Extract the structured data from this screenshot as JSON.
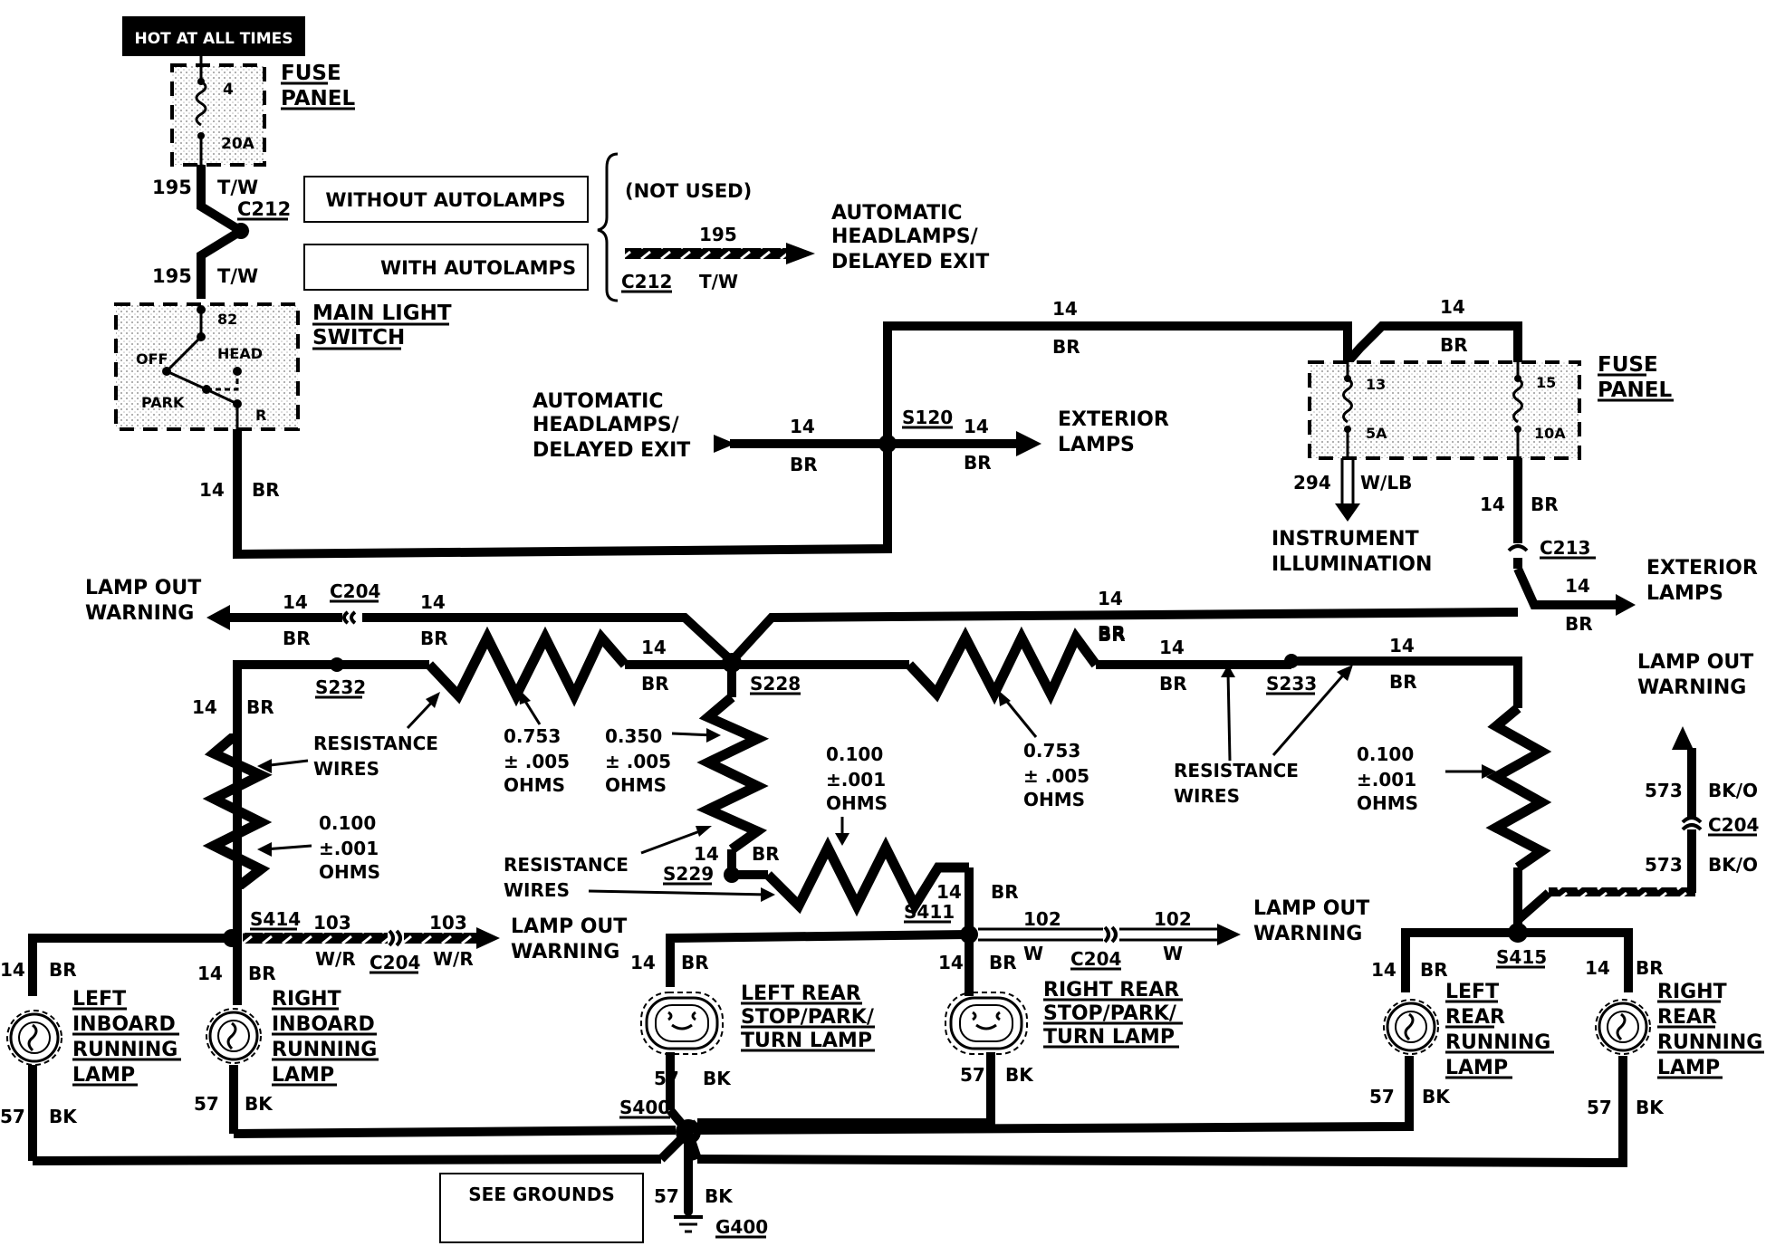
{
  "header_tag": "HOT AT ALL TIMES",
  "boxes": {
    "without_autolamps": "WITHOUT AUTOLAMPS",
    "with_autolamps": "WITH AUTOLAMPS",
    "see_grounds": "SEE GROUNDS"
  },
  "fuse_panel_top": {
    "l1": "FUSE",
    "l2": "PANEL",
    "fuse_no": "4",
    "amps": "20A"
  },
  "fuse_panel_right": {
    "l1": "FUSE",
    "l2": "PANEL",
    "fuse_a": "13",
    "amp_a": "5A",
    "fuse_b": "15",
    "amp_b": "10A"
  },
  "main_switch": {
    "l1": "MAIN LIGHT",
    "l2": "SWITCH",
    "term": "82",
    "off": "OFF",
    "head": "HEAD",
    "park": "PARK",
    "r": "R"
  },
  "not_used": "(NOT USED)",
  "auto_top": {
    "l1": "AUTOMATIC",
    "l2": "HEADLAMPS/",
    "l3": "DELAYED EXIT"
  },
  "auto_mid": {
    "l1": "AUTOMATIC",
    "l2": "HEADLAMPS/",
    "l3": "DELAYED EXIT"
  },
  "exterior_mid": {
    "l1": "EXTERIOR",
    "l2": "LAMPS"
  },
  "exterior_right": {
    "l1": "EXTERIOR",
    "l2": "LAMPS"
  },
  "instrument": {
    "l1": "INSTRUMENT",
    "l2": "ILLUMINATION"
  },
  "lamp_out": {
    "top_left": {
      "l1": "LAMP OUT",
      "l2": "WARNING"
    },
    "right": {
      "l1": "LAMP OUT",
      "l2": "WARNING"
    },
    "mid_left": {
      "l1": "LAMP OUT",
      "l2": "WARNING"
    },
    "mid_right": {
      "l1": "LAMP OUT",
      "l2": "WARNING"
    }
  },
  "resistance": {
    "label1": "RESISTANCE",
    "label2": "WIRES",
    "v0753": "0.753",
    "tol005": "± .005",
    "v0350": "0.350",
    "v0100": "0.100",
    "tol001": "±.001",
    "ohms": "OHMS"
  },
  "lamps": {
    "left_inboard": {
      "l1": "LEFT",
      "l2": "INBOARD",
      "l3": "RUNNING",
      "l4": "LAMP"
    },
    "right_inboard": {
      "l1": "RIGHT",
      "l2": "INBOARD",
      "l3": "RUNNING",
      "l4": "LAMP"
    },
    "left_rear_stop": {
      "l1": "LEFT REAR",
      "l2": "STOP/PARK/",
      "l3": "TURN LAMP"
    },
    "right_rear_stop": {
      "l1": "RIGHT REAR",
      "l2": "STOP/PARK/",
      "l3": "TURN LAMP"
    },
    "left_rear_run": {
      "l1": "LEFT",
      "l2": "REAR",
      "l3": "RUNNING",
      "l4": "LAMP"
    },
    "right_rear_run": {
      "l1": "RIGHT",
      "l2": "REAR",
      "l3": "RUNNING",
      "l4": "LAMP"
    }
  },
  "splices": {
    "s120": "S120",
    "s228": "S228",
    "s232": "S232",
    "s233": "S233",
    "s229": "S229",
    "s411": "S411",
    "s414": "S414",
    "s415": "S415",
    "s400": "S400"
  },
  "connectors": {
    "c212": "C212",
    "c204": "C204",
    "c213": "C213",
    "g400": "G400"
  },
  "wires": {
    "g14": "14",
    "g57": "57",
    "c195": "195",
    "c294": "294",
    "c573": "573",
    "c103": "103",
    "c102": "102",
    "br": "BR",
    "bk": "BK",
    "tw": "T/W",
    "wlb": "W/LB",
    "bko": "BK/O",
    "wr": "W/R",
    "w": "W"
  }
}
